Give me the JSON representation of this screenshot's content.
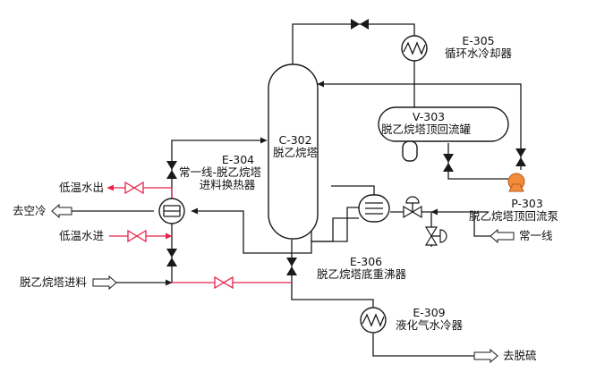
{
  "equipment": {
    "column": {
      "id": "C-302",
      "name": "脱乙烷塔"
    },
    "condenser": {
      "id": "E-305",
      "name": "循环水冷却器"
    },
    "drum": {
      "id": "V-303",
      "name": "脱乙烷塔顶回流罐"
    },
    "pump": {
      "id": "P-303",
      "name": "脱乙烷塔顶回流泵"
    },
    "preheater": {
      "id": "E-304",
      "name1": "常一线-脱乙烷塔",
      "name2": "进料换热器"
    },
    "reboiler": {
      "id": "E-306",
      "name": "脱乙烷塔底重沸器"
    },
    "cooler": {
      "id": "E-309",
      "name": "液化气水冷器"
    }
  },
  "streams": {
    "cold_water_out": "低温水出",
    "cold_water_in": "低温水进",
    "to_air_cooler": "去空冷",
    "feed": "脱乙烷塔进料",
    "line_one": "常一线",
    "to_desulfur": "去脱硫"
  },
  "colors": {
    "line": "#1a1a1a",
    "water": "#e8234a",
    "pump": "#f28c3c"
  }
}
